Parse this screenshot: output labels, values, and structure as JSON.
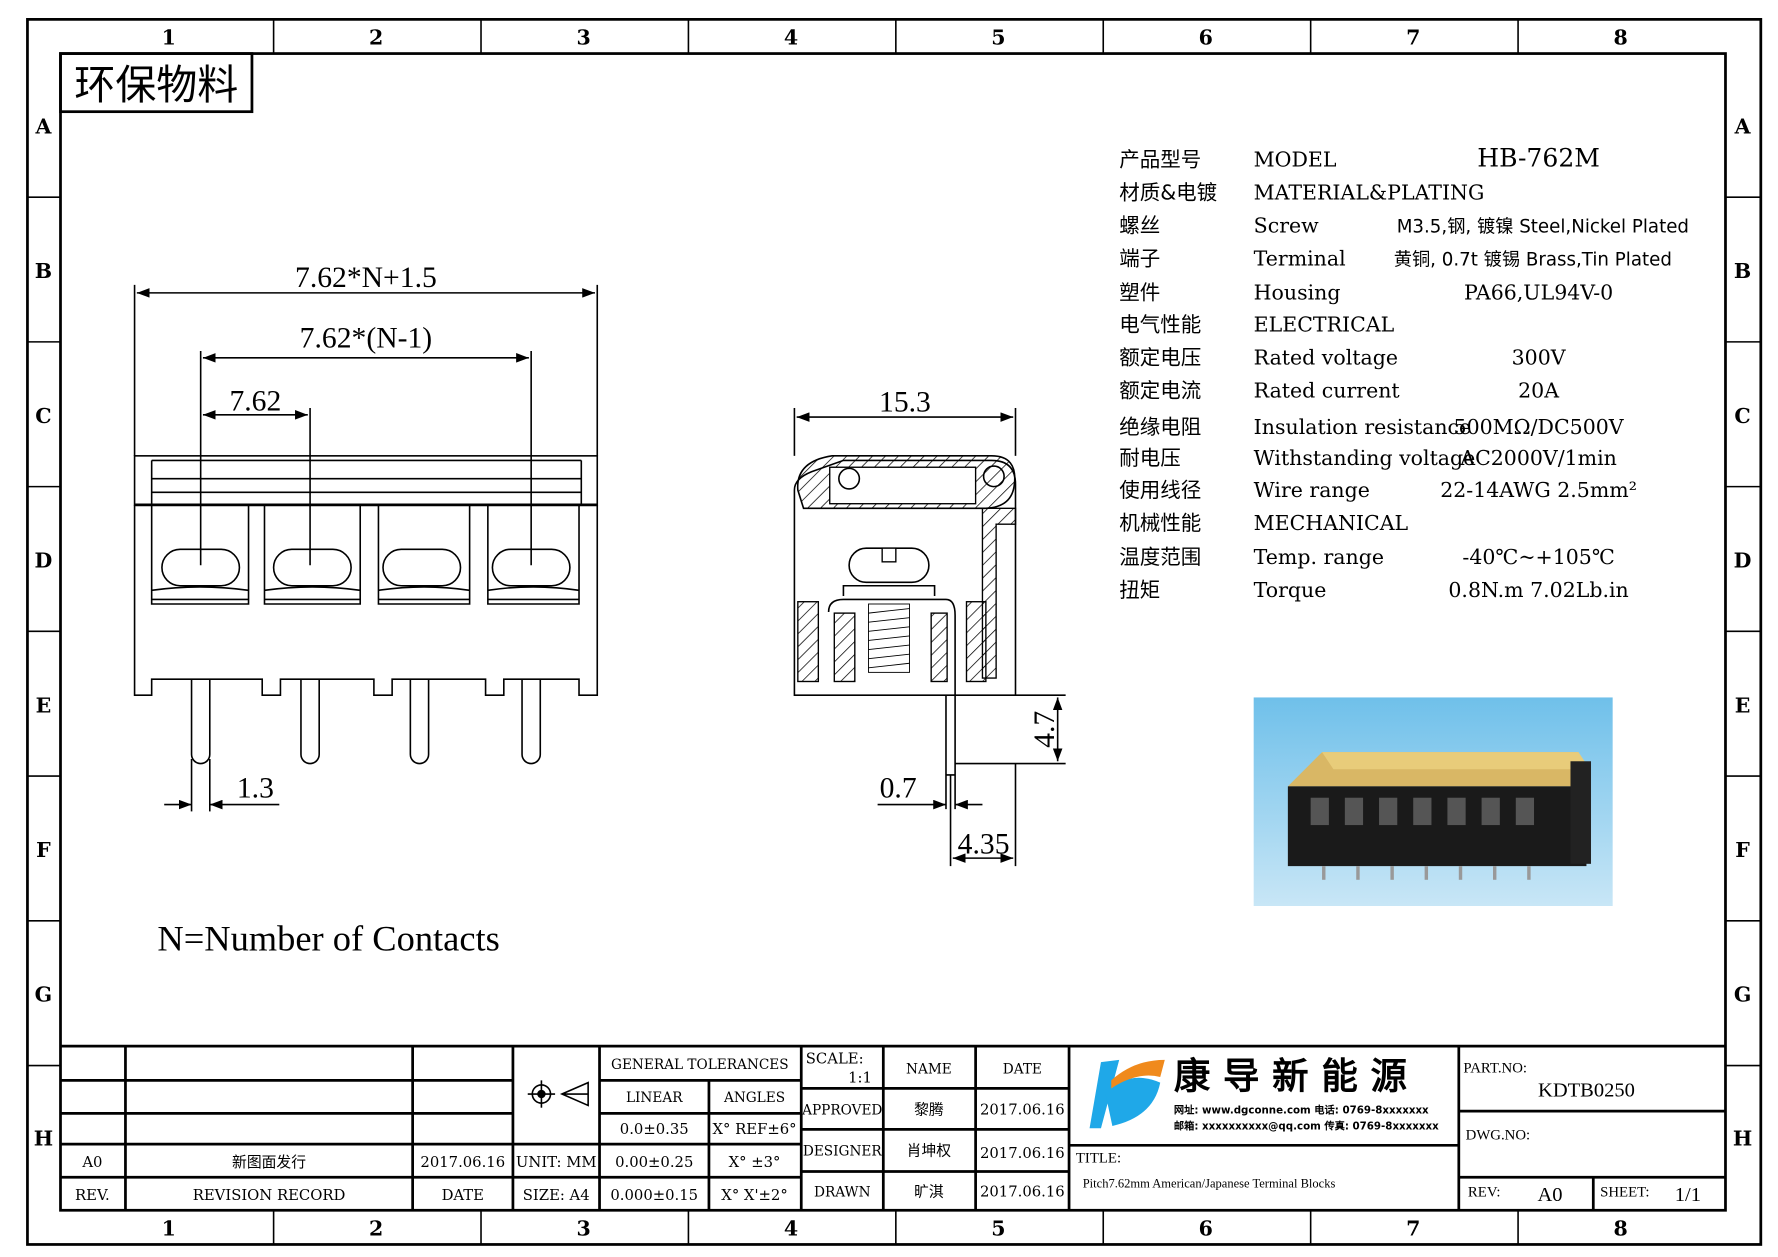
{
  "frame": {
    "columns": [
      "1",
      "2",
      "3",
      "4",
      "5",
      "6",
      "7",
      "8"
    ],
    "rows": [
      "A",
      "B",
      "C",
      "D",
      "E",
      "F",
      "G",
      "H"
    ]
  },
  "stamp": "环保物料",
  "dimensions": {
    "overall_width": "7.62*N+1.5",
    "pitch_span": "7.62*(N-1)",
    "pitch": "7.62",
    "pin_width": "1.3",
    "depth": "15.3",
    "pin_thickness": "0.7",
    "pin_offset": "4.35",
    "pin_length": "4.7"
  },
  "note": "N=Number of Contacts",
  "specs": [
    {
      "cn": "产品型号",
      "en": "MODEL",
      "value": "HB-762M"
    },
    {
      "cn": "材质&电镀",
      "en": "MATERIAL&PLATING",
      "value": ""
    },
    {
      "cn": "螺丝",
      "en": "Screw",
      "value": "M3.5,钢, 镀镍 Steel,Nickel Plated"
    },
    {
      "cn": "端子",
      "en": "Terminal",
      "value": "黄铜, 0.7t 镀锡 Brass,Tin Plated"
    },
    {
      "cn": "塑件",
      "en": "Housing",
      "value": "PA66,UL94V-0"
    },
    {
      "cn": "电气性能",
      "en": "ELECTRICAL",
      "value": ""
    },
    {
      "cn": "额定电压",
      "en": "Rated voltage",
      "value": "300V"
    },
    {
      "cn": "额定电流",
      "en": "Rated current",
      "value": "20A"
    },
    {
      "cn": "绝缘电阻",
      "en": "Insulation resistance",
      "value": "500MΩ/DC500V"
    },
    {
      "cn": "耐电压",
      "en": "Withstanding voltage",
      "value": "AC2000V/1min"
    },
    {
      "cn": "使用线径",
      "en": "Wire range",
      "value": "22-14AWG 2.5mm²"
    },
    {
      "cn": "机械性能",
      "en": "MECHANICAL",
      "value": ""
    },
    {
      "cn": "温度范围",
      "en": "Temp. range",
      "value": "-40℃~+105℃"
    },
    {
      "cn": "扭矩",
      "en": "Torque",
      "value": "0.8N.m  7.02Lb.in"
    }
  ],
  "revision": {
    "rev": "A0",
    "record": "新图面发行",
    "date": "2017.06.16",
    "header_rev": "REV.",
    "header_record": "REVISION RECORD",
    "header_date": "DATE"
  },
  "units": {
    "unit": "UNIT: MM",
    "size": "SIZE: A4"
  },
  "tolerances": {
    "title": "GENERAL TOLERANCES",
    "linear_label": "LINEAR",
    "angles_label": "ANGLES",
    "linear": [
      "0.0±0.35",
      "0.00±0.25",
      "0.000±0.15"
    ],
    "angles": [
      "X° REF±6°",
      "X° ±3°",
      "X° X'±2°"
    ]
  },
  "signoff": {
    "scale_label": "SCALE:",
    "scale": "1:1",
    "name_label": "NAME",
    "date_label": "DATE",
    "rows": [
      {
        "role": "APPROVED",
        "name": "黎腾",
        "date": "2017.06.16"
      },
      {
        "role": "DESIGNER",
        "name": "肖坤权",
        "date": "2017.06.16"
      },
      {
        "role": "DRAWN",
        "name": "旷淇",
        "date": "2017.06.16"
      }
    ]
  },
  "company": {
    "name": "康 导 新 能 源",
    "contact_line1": "网址: www.dgconne.com  电话: 0769-8xxxxxxx",
    "contact_line2": "邮箱: xxxxxxxxxx@qq.com 传真: 0769-8xxxxxxx",
    "logo_colors": {
      "blue": "#1fa8e8",
      "orange": "#f08a1c"
    }
  },
  "title_label": "TITLE:",
  "title": "Pitch7.62mm American/Japanese Terminal Blocks",
  "part_no_label": "PART.NO:",
  "part_no": "KDTB0250",
  "dwg_no_label": "DWG.NO:",
  "rev_label": "REV:",
  "rev": "A0",
  "sheet_label": "SHEET:",
  "sheet": "1/1"
}
